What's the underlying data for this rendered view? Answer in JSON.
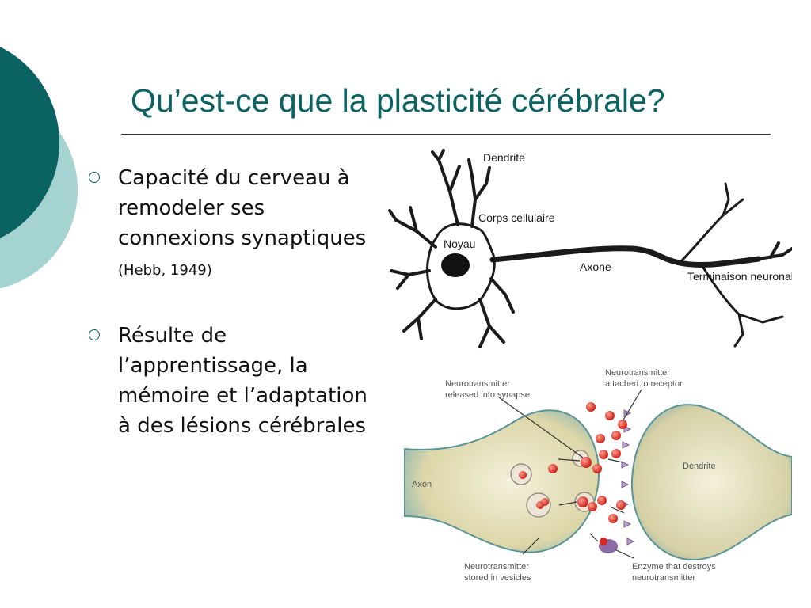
{
  "slide": {
    "title": "Qu’est-ce que la plasticité cérébrale?",
    "bullets": [
      {
        "text": "Capacité du cerveau à remodeler ses connexions synaptiques ",
        "ref": "(Hebb, 1949)"
      },
      {
        "text": "Résulte de l’apprentissage, la mémoire et l’adaptation à des lésions cérébrales",
        "ref": ""
      }
    ]
  },
  "neuron_diagram": {
    "labels": {
      "dendrite": "Dendrite",
      "cell_body": "Corps cellulaire",
      "nucleus": "Noyau",
      "axon": "Axone",
      "terminal": "Terminaison neuronale"
    }
  },
  "synapse_diagram": {
    "labels": {
      "released": [
        "Neurotransmitter",
        "released into synapse"
      ],
      "attached": [
        "Neurotransmitter",
        "attached to receptor"
      ],
      "axon": "Axon",
      "dendrite": "Dendrite",
      "stored": [
        "Neurotransmitter",
        "stored in vesicles"
      ],
      "enzyme": [
        "Enzyme that destroys",
        "neurotransmitter"
      ]
    }
  },
  "colors": {
    "accent": "#0b6262",
    "accent_light": "#9fd0cf",
    "rule": "#333333",
    "neurotransmitter": "#d8281f"
  }
}
